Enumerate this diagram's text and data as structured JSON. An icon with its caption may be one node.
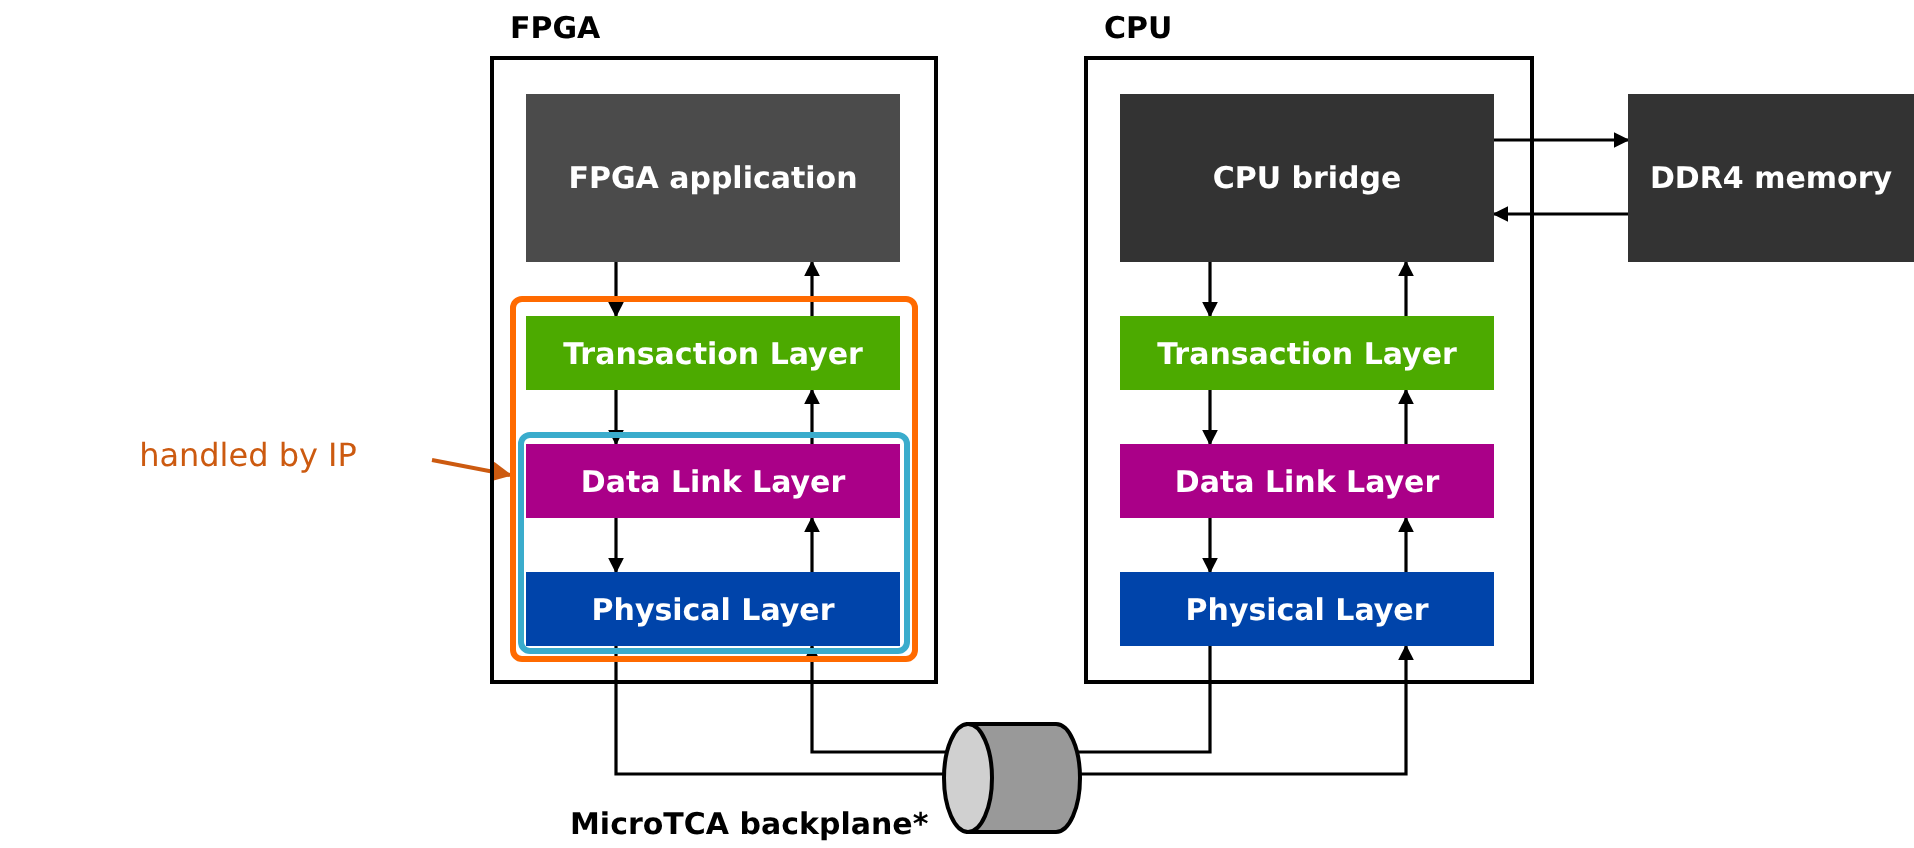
{
  "diagram": {
    "nodes": [
      {
        "text": [
          "FPGA"
        ]
      },
      {
        "text": [
          "FPGA application"
        ],
        "in": 0
      },
      {
        "text": [],
        "shape": "box",
        "in": 0
      },
      {
        "text": [
          "Transaction Layer"
        ],
        "in": 2
      },
      {
        "text": [],
        "shape": "box",
        "in": 2
      },
      {
        "text": [
          "Data Link Layer"
        ],
        "in": 4
      },
      {
        "text": [
          "Physical Layer"
        ],
        "in": 4
      },
      {
        "text": [
          "CPU"
        ]
      },
      {
        "text": [
          "CPU bridge"
        ],
        "in": 7
      },
      {
        "text": [
          "Transaction Layer"
        ],
        "in": 7
      },
      {
        "text": [
          "Data Link Layer"
        ],
        "in": 7
      },
      {
        "text": [
          "Physical Layer"
        ],
        "in": 7
      },
      {
        "text": [
          "DDR4 memory"
        ]
      },
      {
        "text": [
          "handled by IP"
        ]
      }
    ],
    "edges": [
      {
        "from": 1,
        "to": 3,
        "arrow": "to"
      },
      {
        "from": 3,
        "to": 1,
        "arrow": "to"
      },
      {
        "from": 3,
        "to": 5,
        "arrow": "to"
      },
      {
        "from": 5,
        "to": 3,
        "arrow": "to"
      },
      {
        "from": 5,
        "to": 6,
        "arrow": "to"
      },
      {
        "from": 6,
        "to": 5,
        "arrow": "to"
      },
      {
        "from": 8,
        "to": 9,
        "arrow": "to"
      },
      {
        "from": 9,
        "to": 8,
        "arrow": "to"
      },
      {
        "from": 9,
        "to": 10,
        "arrow": "to"
      },
      {
        "from": 10,
        "to": 9,
        "arrow": "to"
      },
      {
        "from": 10,
        "to": 11,
        "arrow": "to"
      },
      {
        "from": 11,
        "to": 10,
        "arrow": "to"
      },
      {
        "from": 8,
        "to": 12,
        "arrow": "to"
      },
      {
        "from": 12,
        "to": 8,
        "arrow": "to"
      },
      {
        "from": 6,
        "to": 11,
        "arrow": "to"
      },
      {
        "from": 11,
        "to": 6,
        "arrow": "to"
      },
      {
        "from": 13,
        "to": 2,
        "arrow": "to",
        "color": "#cc5a10"
      }
    ],
    "labels": [
      "MicroTCA backplane*"
    ]
  }
}
